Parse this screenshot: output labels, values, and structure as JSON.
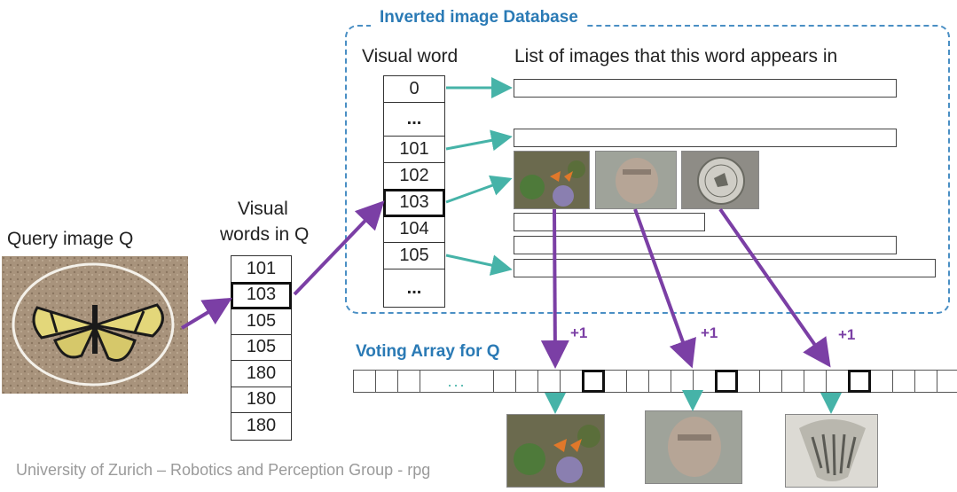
{
  "query": {
    "title": "Query image Q",
    "visual_words_heading_line1": "Visual",
    "visual_words_heading_line2": "words in Q",
    "words": [
      "101",
      "103",
      "105",
      "105",
      "180",
      "180",
      "180"
    ]
  },
  "database": {
    "title": "Inverted image Database",
    "visual_word_heading": "Visual word",
    "list_heading": "List of images that this word appears in",
    "words": [
      "0",
      "...",
      "101",
      "102",
      "103",
      "104",
      "105",
      "..."
    ]
  },
  "voting": {
    "title": "Voting Array for Q",
    "dots": "...",
    "increments": [
      "+1",
      "+1",
      "+1"
    ]
  },
  "footer": "University of Zurich – Robotics and Perception Group -  rpg",
  "colors": {
    "arrow_purple": "#7b3fa5",
    "arrow_teal": "#46b3a8",
    "title_blue": "#2a7ab5"
  }
}
